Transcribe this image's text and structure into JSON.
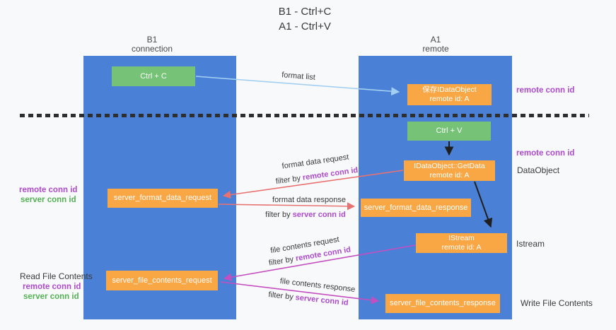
{
  "title": {
    "line1": "B1 - Ctrl+C",
    "line2": "A1 - Ctrl+V"
  },
  "lanes": {
    "left": {
      "name": "B1",
      "subtitle": "connection"
    },
    "right": {
      "name": "A1",
      "subtitle": "remote"
    }
  },
  "nodes": {
    "ctrl_c": {
      "label": "Ctrl + C"
    },
    "ctrl_v": {
      "label": "Ctrl + V"
    },
    "save_idataobject": {
      "line1": "保存IDataObject",
      "line2": "remote id: A"
    },
    "idataobject_getdata": {
      "line1": "IDataObject::GetData",
      "line2": "remote id: A"
    },
    "istream_node": {
      "line1": "IStream",
      "line2": "remote id: A"
    },
    "server_format_data_request": {
      "label": "server_format_data_request"
    },
    "server_format_data_response": {
      "label": "server_format_data_response"
    },
    "server_file_contents_request": {
      "label": "server_file_contents_request"
    },
    "server_file_contents_response": {
      "label": "server_file_contents_response"
    }
  },
  "edge_labels": {
    "format_list": "format list",
    "format_data_request": "format data request",
    "format_data_response": "format data response",
    "file_contents_request": "file contents request",
    "file_contents_response": "file contents response",
    "filter_by_prefix": "filter by",
    "remote_conn_id": "remote conn id",
    "server_conn_id": "server conn id"
  },
  "annotations": {
    "remote_conn_id_right_top": "remote conn id",
    "remote_conn_id_right_mid": "remote conn id",
    "dataobject": "DataObject",
    "istream": "Istream",
    "write_file_contents": "Write File Contents",
    "read_file_contents": "Read File Contents",
    "remote_conn_id_left_top": "remote conn id",
    "server_conn_id_left_top": "server conn id",
    "remote_conn_id_left_bottom": "remote conn id",
    "server_conn_id_left_bottom": "server conn id"
  },
  "colors": {
    "lane_blue": "#4a80d6",
    "node_orange": "#f9a644",
    "node_green": "#76c276",
    "purple_text": "#ad4bcd",
    "green_text": "#55b155",
    "arrow_lightblue": "#a3d0f2",
    "arrow_salmon": "#e87272",
    "arrow_magenta": "#c44fc0",
    "arrow_black": "#1f1f1f"
  }
}
